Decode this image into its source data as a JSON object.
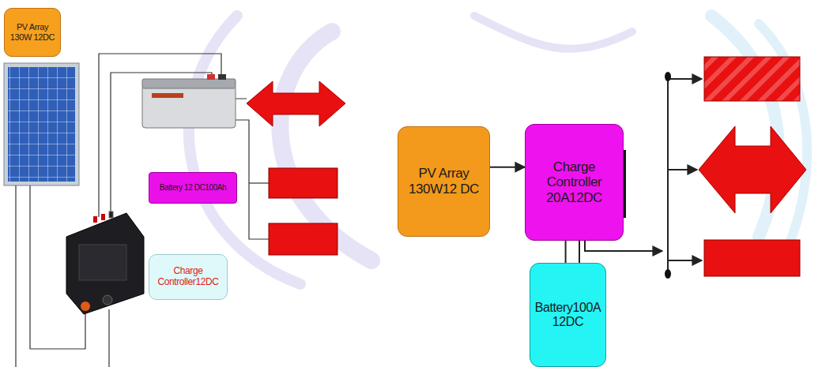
{
  "diagram": {
    "nodes": [
      {
        "text": [
          "PV Array 130W 12DC"
        ]
      },
      {
        "text": [
          "Battery 12 DC100Ah"
        ]
      },
      {
        "text": [
          "Charge Controller12DC"
        ]
      },
      {
        "text": [
          "PV Array 130W12 DC"
        ]
      },
      {
        "text": [
          "Charge Controller 20A12DC"
        ]
      },
      {
        "text": [
          "Battery100A 12DC"
        ]
      }
    ],
    "edges": [
      {
        "from": 3,
        "to": 4,
        "arrow": "to"
      },
      {
        "from": 4,
        "to": 5,
        "arrow": "none"
      }
    ]
  }
}
